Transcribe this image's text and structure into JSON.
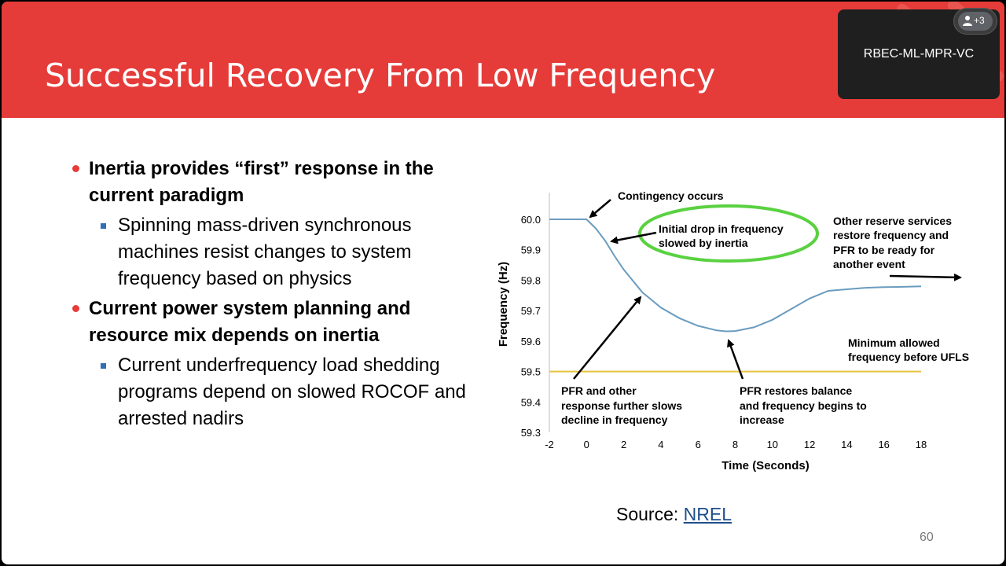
{
  "slide": {
    "title": "Successful Recovery From Low Frequency",
    "bullets": [
      {
        "text": "Inertia provides “first” response in the current paradigm",
        "sub": "Spinning mass-driven synchronous machines resist changes to system frequency based on physics"
      },
      {
        "text": "Current power system planning and resource mix depends on inertia",
        "sub": "Current underfrequency load shedding programs depend on slowed ROCOF and arrested nadirs"
      }
    ],
    "source_label": "Source:",
    "source_link": "NREL",
    "page_number": "60"
  },
  "meeting": {
    "participant_name": "RBEC-ML-MPR-VC",
    "extra_count": "+3"
  },
  "colors": {
    "title_band": "#e53c3a",
    "curve": "#6a9cbf",
    "threshold": "#e8c23a",
    "ellipse": "#5ad141"
  },
  "chart_data": {
    "type": "line",
    "xlabel": "Time (Seconds)",
    "ylabel": "Frequency (Hz)",
    "xlim": [
      -2,
      18
    ],
    "ylim": [
      59.3,
      60.0
    ],
    "x_ticks": [
      "-2",
      "0",
      "2",
      "4",
      "6",
      "8",
      "10",
      "12",
      "14",
      "16",
      "18"
    ],
    "y_ticks": [
      "60.0",
      "59.9",
      "59.8",
      "59.7",
      "59.6",
      "59.5",
      "59.4",
      "59.3"
    ],
    "grid": false,
    "series": [
      {
        "x": [
          -2,
          -1,
          0,
          0.5,
          1,
          1.5,
          2,
          3,
          4,
          5,
          6,
          7,
          7.5,
          8,
          9,
          10,
          11,
          12,
          13,
          14,
          15,
          16,
          17,
          18
        ],
        "y": [
          60.0,
          60.0,
          60.0,
          59.97,
          59.93,
          59.88,
          59.835,
          59.76,
          59.71,
          59.675,
          59.65,
          59.635,
          59.632,
          59.633,
          59.645,
          59.67,
          59.705,
          59.74,
          59.765,
          59.77,
          59.775,
          59.777,
          59.778,
          59.78
        ]
      }
    ],
    "threshold": {
      "y": 59.5
    },
    "annotations": {
      "contingency": "Contingency occurs",
      "inertia_line1": "Initial drop in frequency",
      "inertia_line2": "slowed by inertia",
      "reserve_line1": "Other reserve services",
      "reserve_line2": "restore frequency and",
      "reserve_line3": "PFR to be ready for",
      "reserve_line4": "another event",
      "minimum_line1": "Minimum allowed",
      "minimum_line2": "frequency before UFLS",
      "pfr_slow_line1": "PFR and other",
      "pfr_slow_line2": "response further slows",
      "pfr_slow_line3": "decline in frequency",
      "pfr_restore_line1": "PFR restores balance",
      "pfr_restore_line2": "and frequency begins to",
      "pfr_restore_line3": "increase"
    }
  }
}
